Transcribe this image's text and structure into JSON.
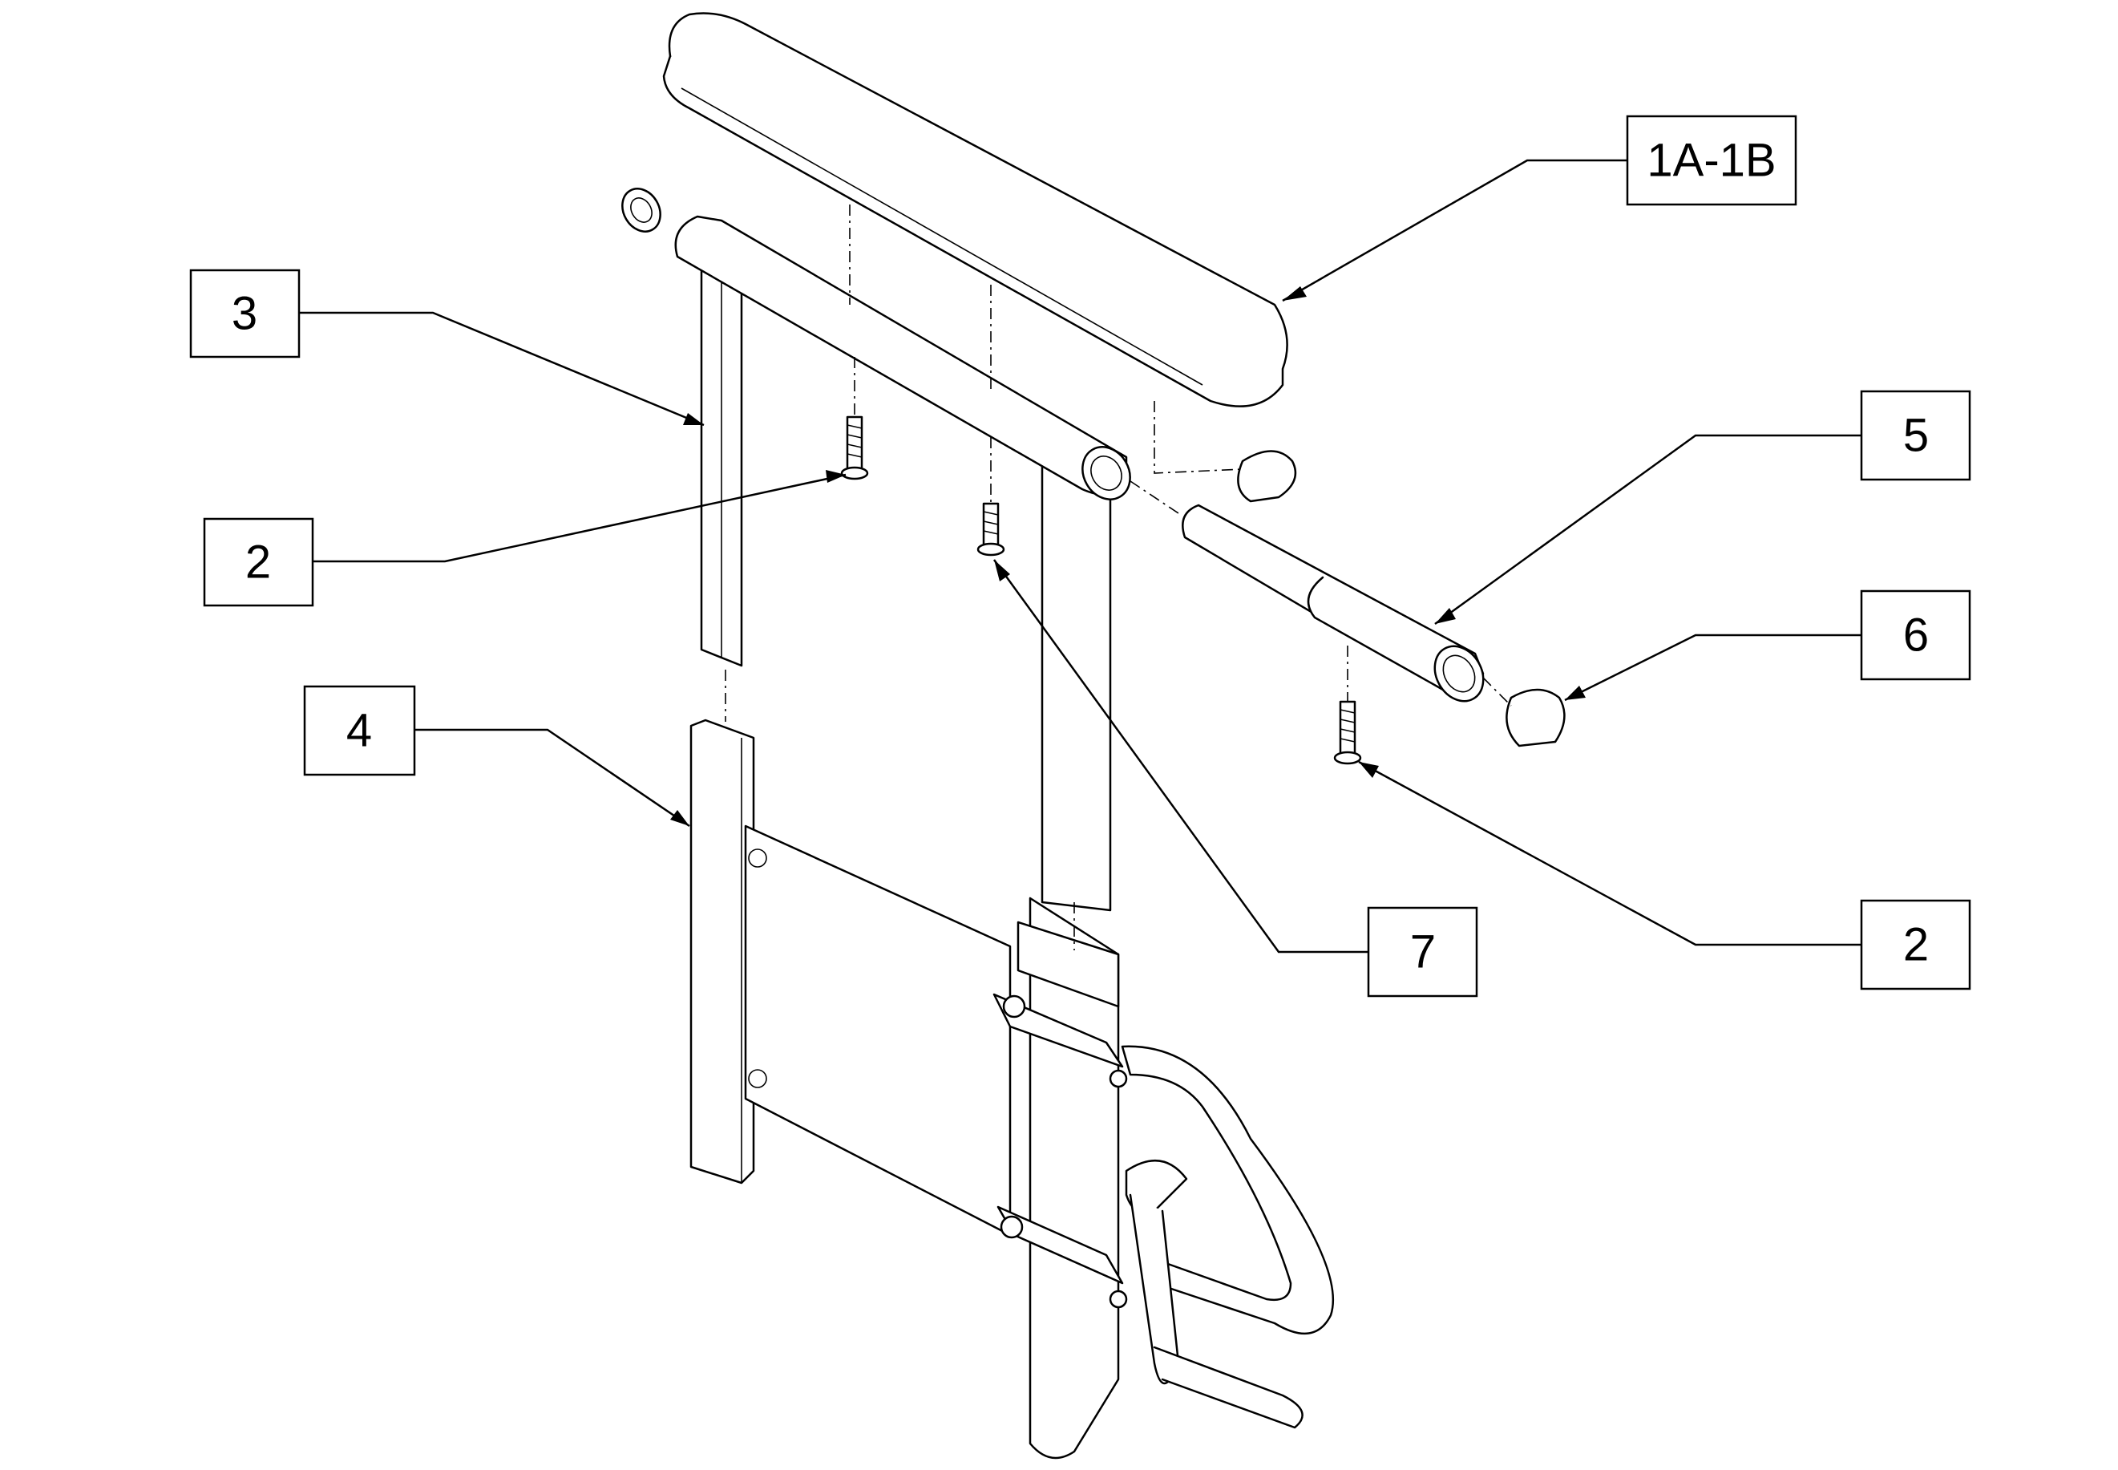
{
  "diagram": {
    "colors": {
      "line": "#000000",
      "background": "#ffffff"
    },
    "callouts": [
      {
        "id": "c-1a-1b",
        "label": "1A-1B"
      },
      {
        "id": "c-3",
        "label": "3"
      },
      {
        "id": "c-2-left",
        "label": "2"
      },
      {
        "id": "c-4",
        "label": "4"
      },
      {
        "id": "c-5",
        "label": "5"
      },
      {
        "id": "c-6",
        "label": "6"
      },
      {
        "id": "c-7",
        "label": "7"
      },
      {
        "id": "c-2-right",
        "label": "2"
      }
    ]
  }
}
